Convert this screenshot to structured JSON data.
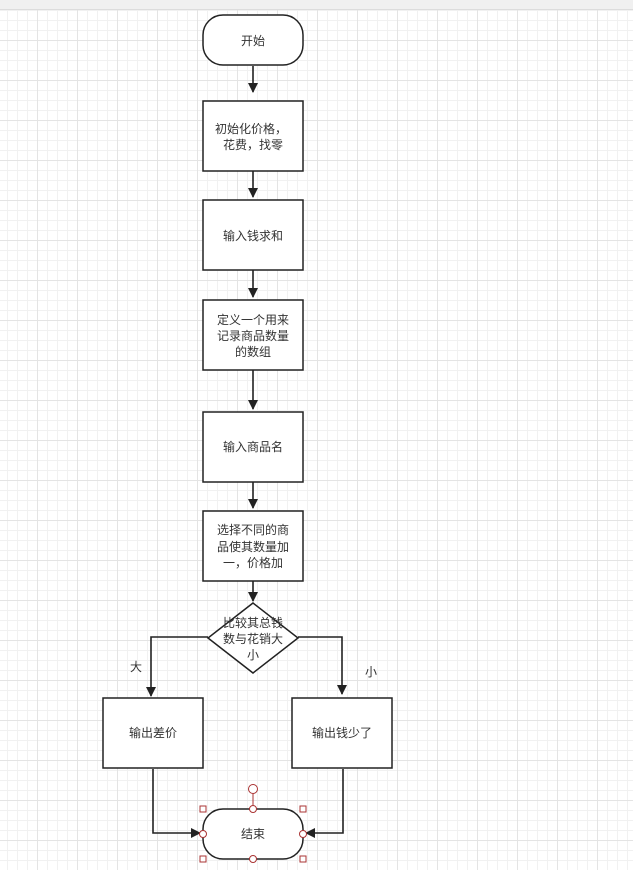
{
  "diagram": {
    "nodes": {
      "start": [
        "开始"
      ],
      "init": [
        "初始化价格，",
        "花费，找零"
      ],
      "input_money": [
        "输入钱求和"
      ],
      "define_array": [
        "定义一个用来",
        "记录商品数量",
        "的数组"
      ],
      "input_name": [
        "输入商品名"
      ],
      "select": [
        "选择不同的商",
        "品使其数量加",
        "一，价格加"
      ],
      "compare": [
        "比较其总钱",
        "数与花销大",
        "小"
      ],
      "out_diff": [
        "输出差价"
      ],
      "out_less": [
        "输出钱少了"
      ],
      "end": [
        "结束"
      ]
    },
    "edge_labels": {
      "big": "大",
      "small": "小"
    }
  }
}
